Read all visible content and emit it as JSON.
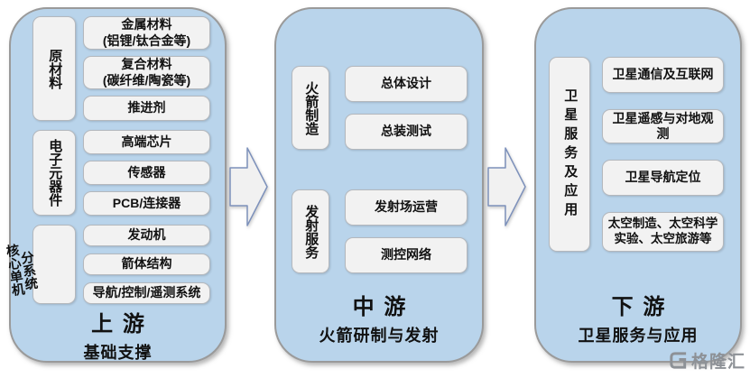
{
  "diagram": {
    "panels": [
      {
        "stage": "上游",
        "stage_desc": "基础支撑",
        "groups": [
          {
            "label": "原材料",
            "items": [
              "金属材料\n(铝锂/钛合金等)",
              "复合材料\n(碳纤维/陶瓷等)",
              "推进剂"
            ]
          },
          {
            "label": "电子元器件",
            "items": [
              "高端芯片",
              "传感器",
              "PCB/连接器"
            ]
          },
          {
            "label": "核心单机",
            "label2": "分系统",
            "items": [
              "发动机",
              "箭体结构",
              "导航/控制/遥测系统"
            ]
          }
        ]
      },
      {
        "stage": "中游",
        "stage_desc": "火箭研制与发射",
        "groups": [
          {
            "label": "火箭制造",
            "items": [
              "总体设计",
              "总装测试"
            ]
          },
          {
            "label": "发射服务",
            "items": [
              "发射场运营",
              "测控网络"
            ]
          }
        ]
      },
      {
        "stage": "下游",
        "stage_desc": "卫星服务与应用",
        "groups": [
          {
            "label": "卫星服务及应用",
            "items": [
              "卫星通信及互联网",
              "卫星遥感与对地观测",
              "卫星导航定位",
              "太空制造、太空科学实验、太空旅游等"
            ]
          }
        ]
      }
    ],
    "colors": {
      "panel_bg": "#b9d4eb",
      "panel_border": "#9a9a9a",
      "box_bg": "#f2f2f2",
      "box_border": "#b4b8bd",
      "arrow_fill": "#f1f1f1",
      "arrow_stroke": "#7d91bb",
      "watermark_gray": "#8d9196"
    },
    "watermark": {
      "brand": "格隆汇"
    }
  }
}
